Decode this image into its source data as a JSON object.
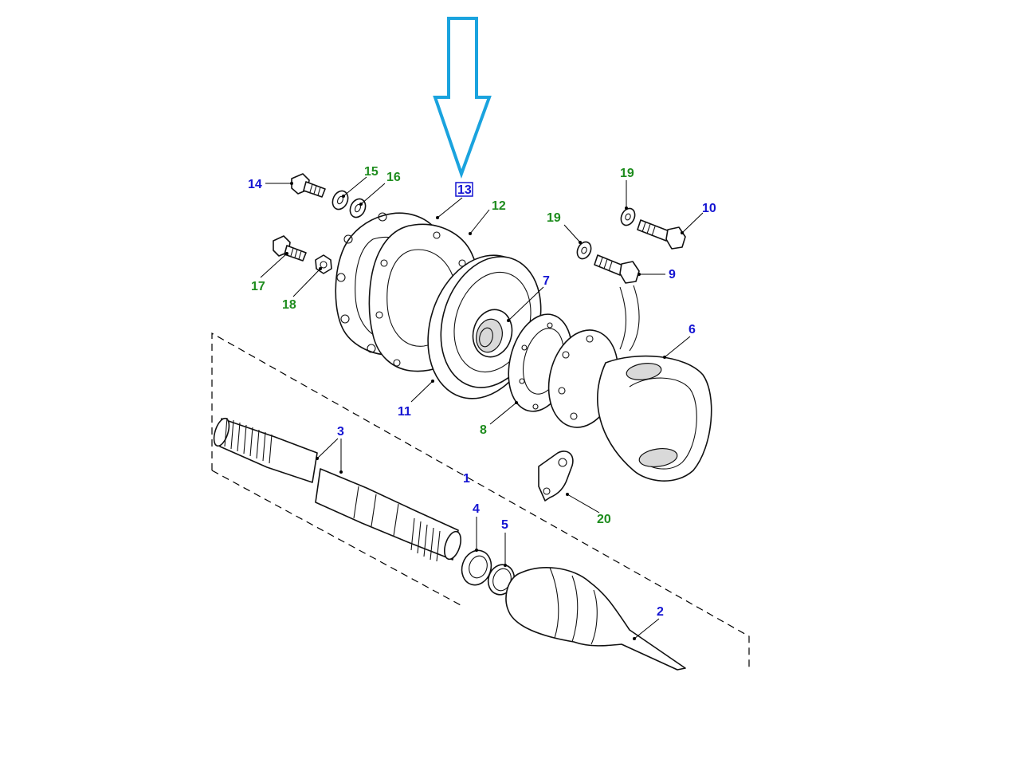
{
  "colors": {
    "blue_label": "#1414d2",
    "green_label": "#1e8c1e",
    "arrow": "#1aa3de",
    "highlight_box": "#1414d2"
  },
  "highlighted_part": "13",
  "labels": [
    {
      "id": "14",
      "text": "14",
      "color": "blue"
    },
    {
      "id": "15",
      "text": "15",
      "color": "green"
    },
    {
      "id": "16",
      "text": "16",
      "color": "green"
    },
    {
      "id": "13",
      "text": "13",
      "color": "blue"
    },
    {
      "id": "12",
      "text": "12",
      "color": "green"
    },
    {
      "id": "19a",
      "text": "19",
      "color": "green"
    },
    {
      "id": "19b",
      "text": "19",
      "color": "green"
    },
    {
      "id": "10",
      "text": "10",
      "color": "blue"
    },
    {
      "id": "9",
      "text": "9",
      "color": "blue"
    },
    {
      "id": "7",
      "text": "7",
      "color": "blue"
    },
    {
      "id": "17",
      "text": "17",
      "color": "green"
    },
    {
      "id": "18",
      "text": "18",
      "color": "green"
    },
    {
      "id": "6",
      "text": "6",
      "color": "blue"
    },
    {
      "id": "11",
      "text": "11",
      "color": "blue"
    },
    {
      "id": "8",
      "text": "8",
      "color": "green"
    },
    {
      "id": "3",
      "text": "3",
      "color": "blue"
    },
    {
      "id": "1",
      "text": "1",
      "color": "blue"
    },
    {
      "id": "20",
      "text": "20",
      "color": "green"
    },
    {
      "id": "4",
      "text": "4",
      "color": "blue"
    },
    {
      "id": "5",
      "text": "5",
      "color": "blue"
    },
    {
      "id": "2",
      "text": "2",
      "color": "blue"
    }
  ]
}
